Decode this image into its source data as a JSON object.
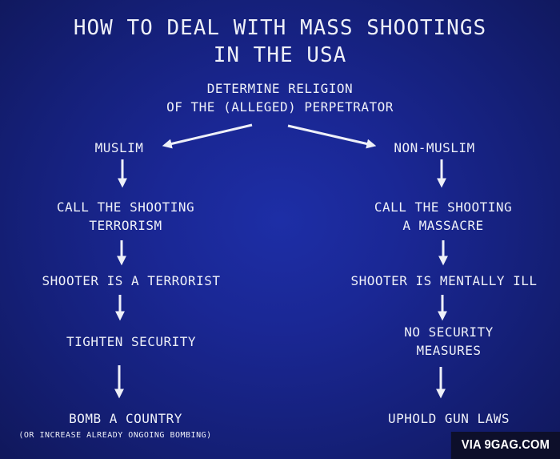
{
  "title": {
    "line1": "HOW TO DEAL WITH MASS SHOOTINGS",
    "line2": "IN THE USA"
  },
  "root": {
    "line1": "DETERMINE RELIGION",
    "line2": "OF THE (ALLEGED) PERPETRATOR"
  },
  "left_branch": {
    "label": "MUSLIM",
    "steps": [
      {
        "line1": "CALL THE SHOOTING",
        "line2": "TERRORISM"
      },
      {
        "line1": "SHOOTER IS A TERRORIST"
      },
      {
        "line1": "TIGHTEN SECURITY"
      },
      {
        "line1": "BOMB A COUNTRY",
        "note": "(OR INCREASE ALREADY ONGOING BOMBING)"
      }
    ]
  },
  "right_branch": {
    "label": "NON-MUSLIM",
    "steps": [
      {
        "line1": "CALL THE SHOOTING",
        "line2": "A MASSACRE"
      },
      {
        "line1": "SHOOTER IS MENTALLY ILL"
      },
      {
        "line1": "NO SECURITY",
        "line2": "MEASURES"
      },
      {
        "line1": "UPHOLD GUN LAWS"
      }
    ]
  },
  "watermark": "VIA 9GAG.COM",
  "colors": {
    "background_center": "#1d2ea6",
    "background_edge": "#0f1655",
    "text": "#eef0f8",
    "watermark_bg": "#0d0f2a"
  }
}
